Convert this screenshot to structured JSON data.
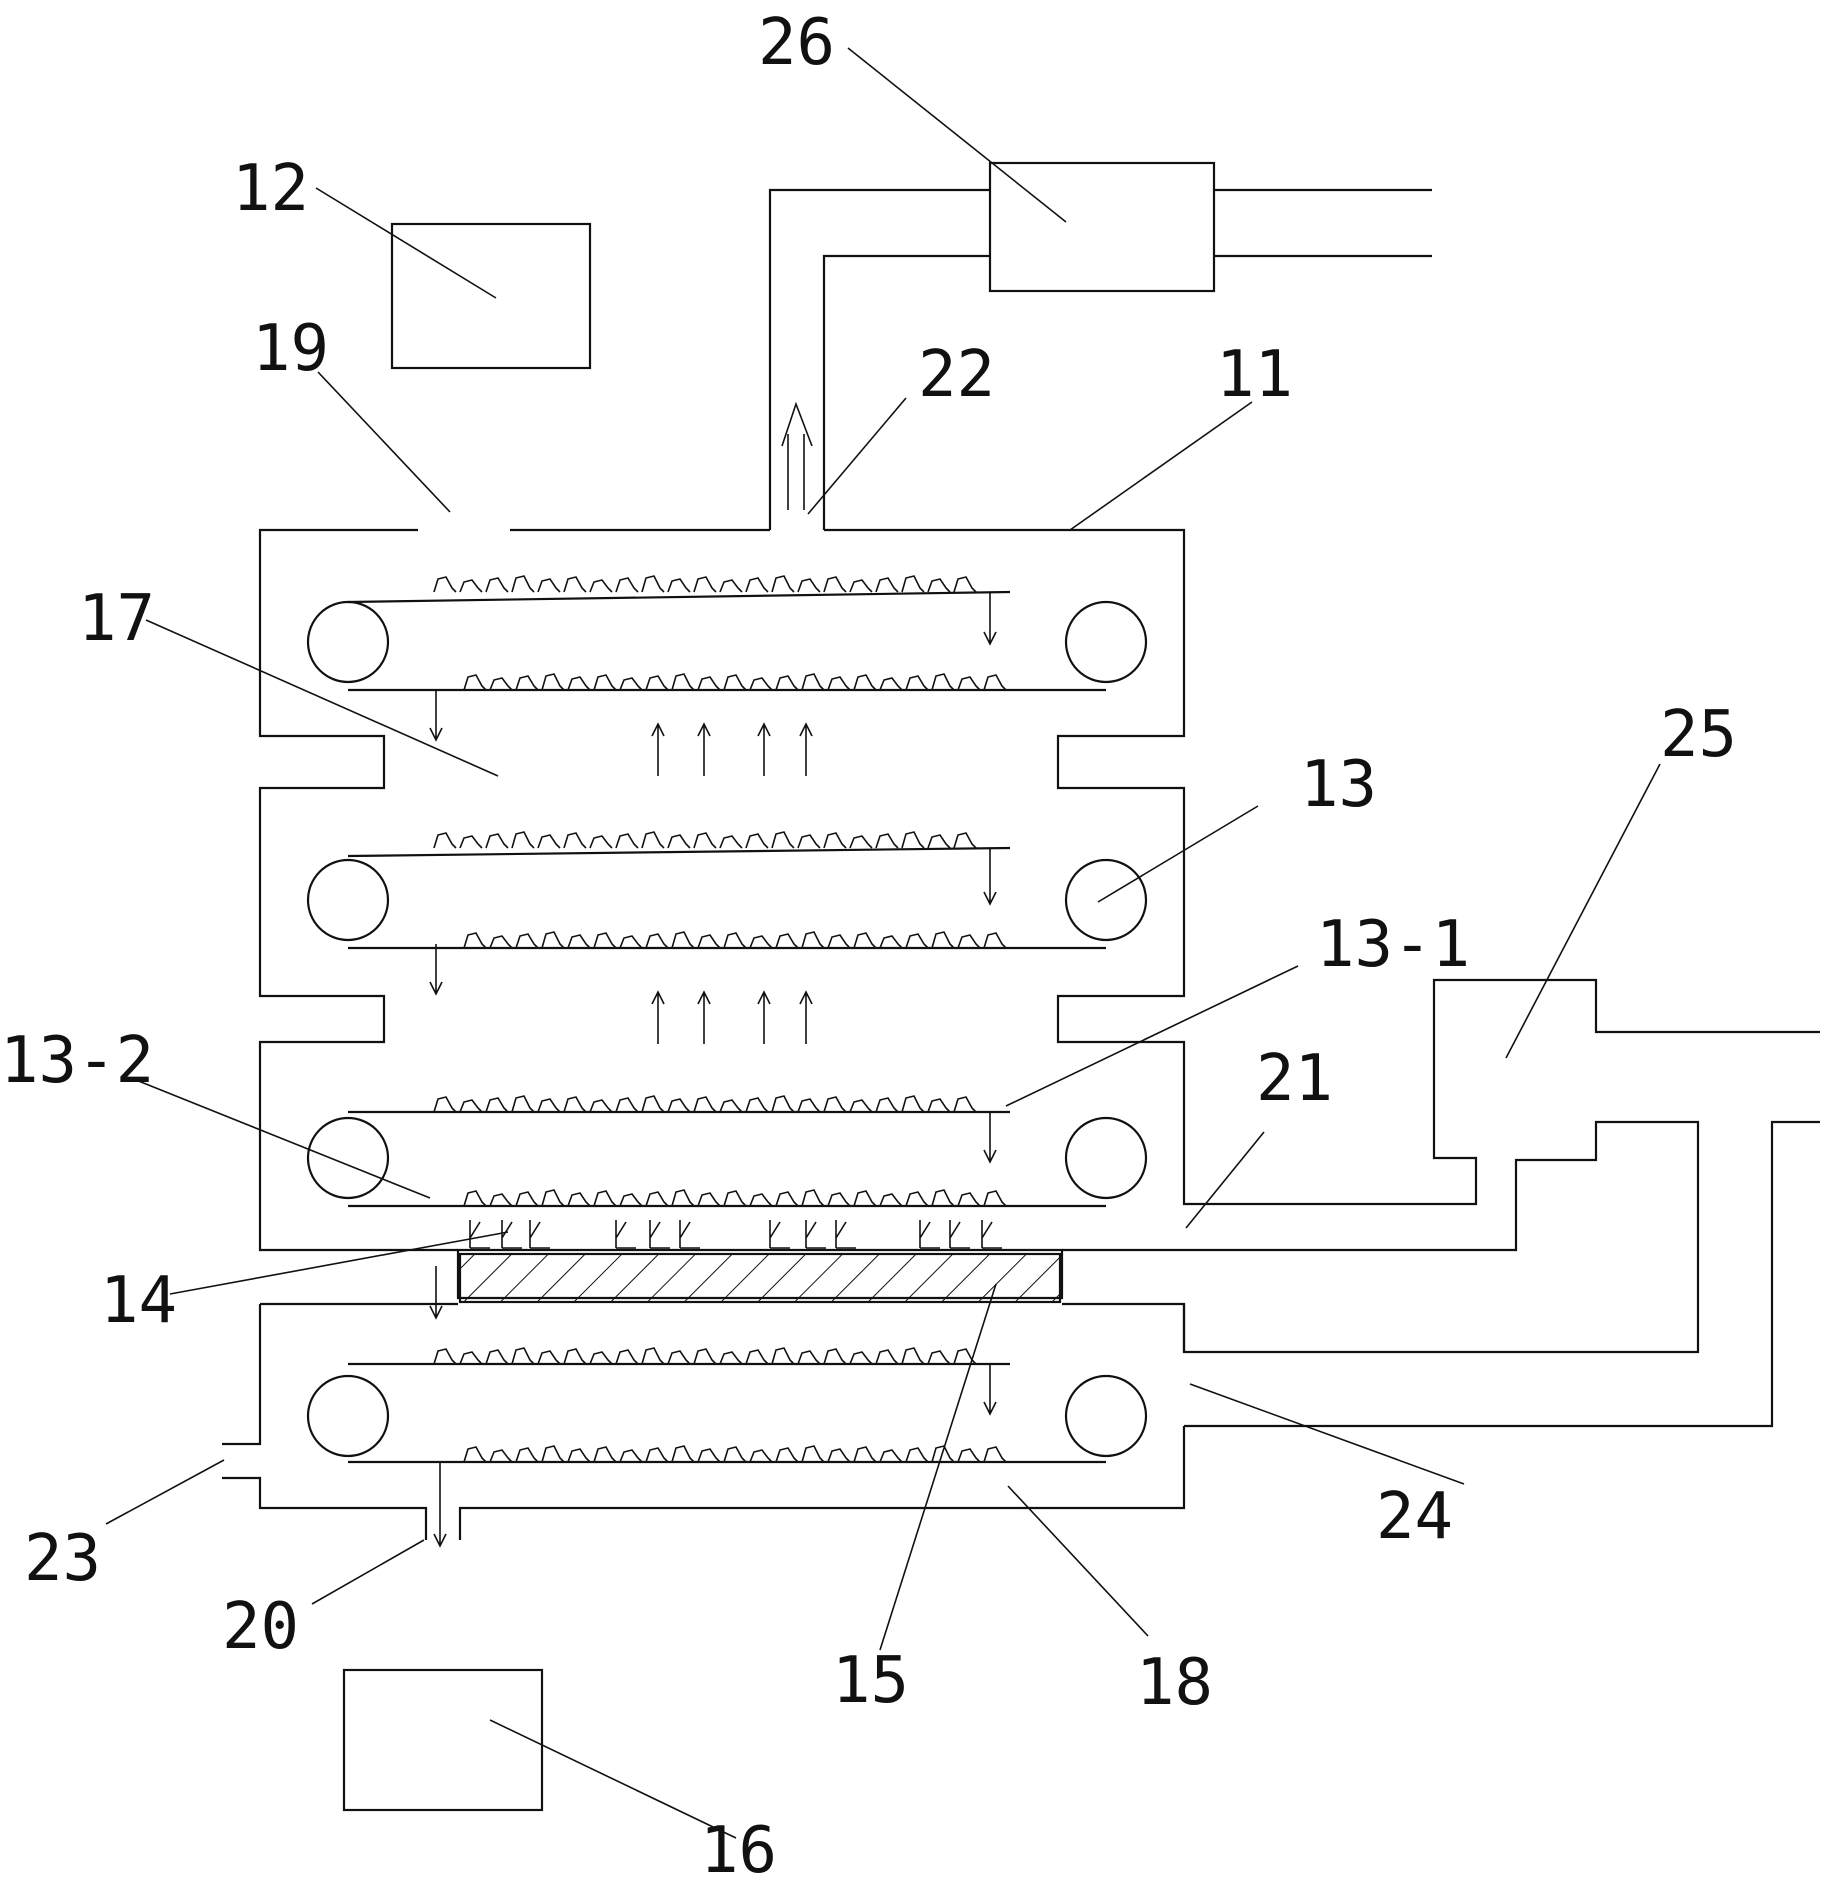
{
  "labels": {
    "l26": "26",
    "l12": "12",
    "l19": "19",
    "l22": "22",
    "l11": "11",
    "l17": "17",
    "l13": "13",
    "l13_1": "13-1",
    "l25": "25",
    "l13_2": "13-2",
    "l21": "21",
    "l14": "14",
    "l23": "23",
    "l24": "24",
    "l20": "20",
    "l15": "15",
    "l18": "18",
    "l16": "16"
  }
}
